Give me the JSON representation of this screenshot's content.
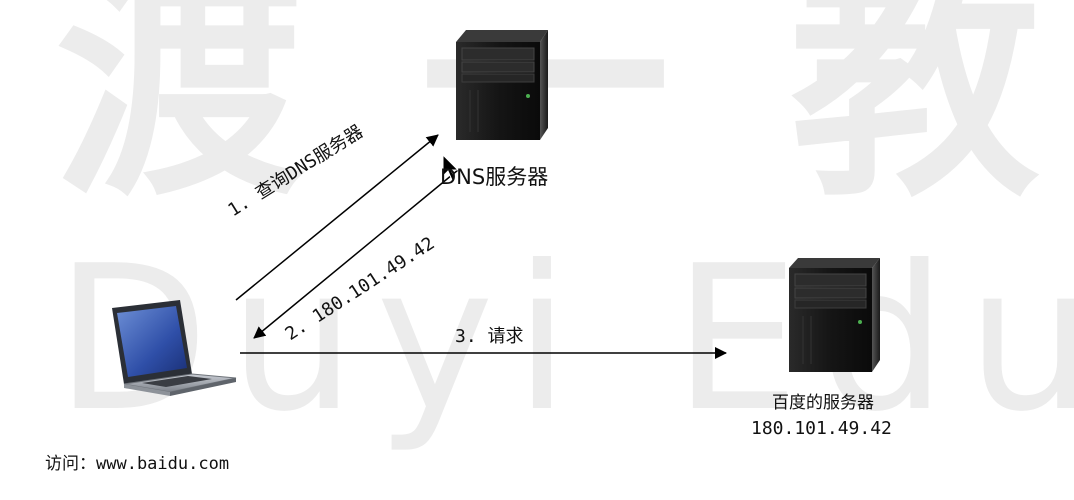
{
  "watermark": {
    "cn_text": "渡一教",
    "en_text": "Duyi Educa"
  },
  "nodes": {
    "dns_server_label": "DNS服务器",
    "baidu_server_name": "百度的服务器",
    "baidu_server_ip": "180.101.49.42",
    "client_label": "访问：www.baidu.com"
  },
  "steps": {
    "step1_label": "1. 查询DNS服务器",
    "step2_label": "2. 180.101.49.42",
    "step3_label": "3. 请求"
  },
  "icons": {
    "dns_server": "server-tower-icon",
    "baidu_server": "server-tower-icon",
    "client": "laptop-icon",
    "cursor": "mouse-pointer-icon"
  },
  "colors": {
    "watermark": "#ececec",
    "arrow": "#000000",
    "server_body": "#1c1c1c"
  }
}
